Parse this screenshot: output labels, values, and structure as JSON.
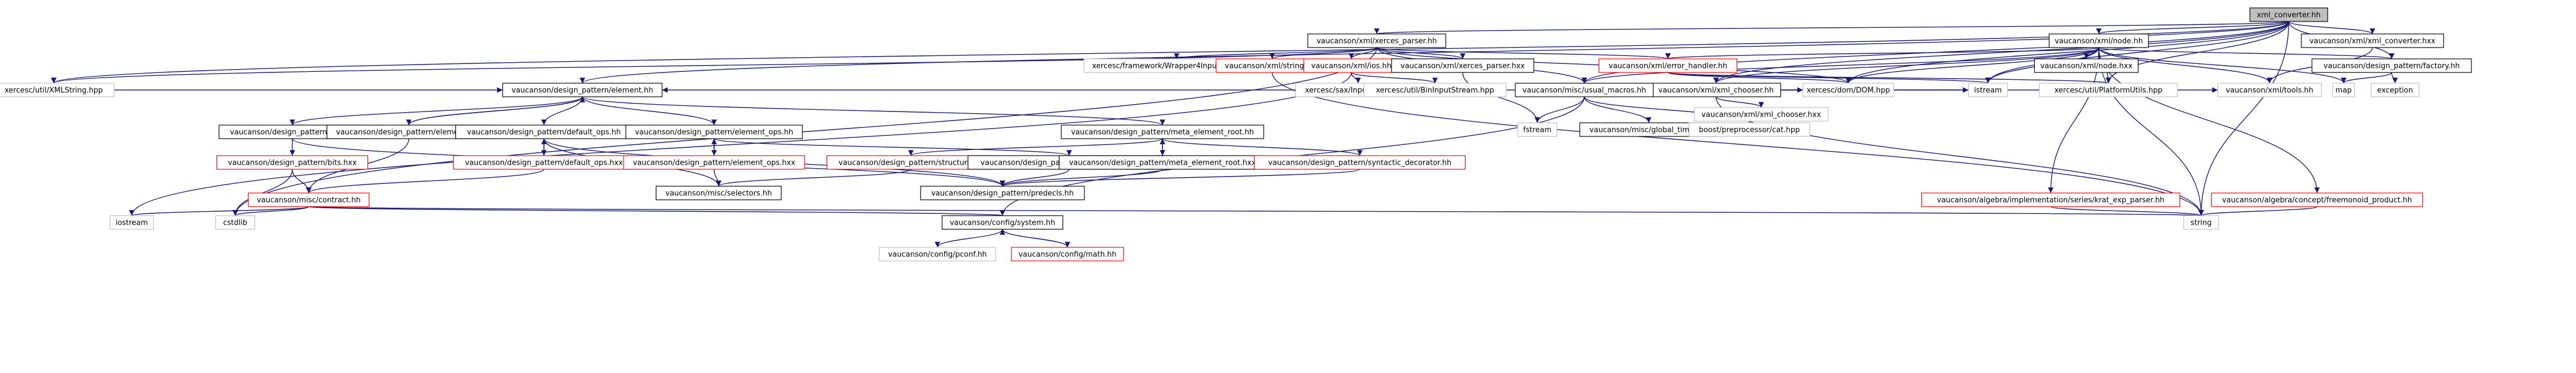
{
  "colors": {
    "edge": "#191970",
    "border_black": "#000000",
    "border_red": "#ff0000",
    "border_gray": "#bfbfbf",
    "root_fill": "#bfbfbf"
  },
  "nodes": [
    {
      "id": "root",
      "label": "xml_converter.hh",
      "style": "root"
    },
    {
      "id": "xerces_parser",
      "label": "vaucanson/xml/xerces_parser.hh",
      "style": "black"
    },
    {
      "id": "node_hh",
      "label": "vaucanson/xml/node.hh",
      "style": "black"
    },
    {
      "id": "xml_converter_hxx",
      "label": "vaucanson/xml/xml_converter.hxx",
      "style": "black"
    },
    {
      "id": "factory_hh",
      "label": "vaucanson/design_pattern/factory.hh",
      "style": "black"
    },
    {
      "id": "wrapper",
      "label": "xercesc/framework/Wrapper4InputSource.hpp",
      "style": "gray"
    },
    {
      "id": "strings_hh",
      "label": "vaucanson/xml/strings.hh",
      "style": "red"
    },
    {
      "id": "ios_hh",
      "label": "vaucanson/xml/ios.hh",
      "style": "red"
    },
    {
      "id": "xerces_parser_hxx",
      "label": "vaucanson/xml/xerces_parser.hxx",
      "style": "black"
    },
    {
      "id": "error_handler",
      "label": "vaucanson/xml/error_handler.hh",
      "style": "red"
    },
    {
      "id": "xml_chooser_hh",
      "label": "vaucanson/xml/xml_chooser.hh",
      "style": "black"
    },
    {
      "id": "node_hxx",
      "label": "vaucanson/xml/node.hxx",
      "style": "black"
    },
    {
      "id": "xmlstring",
      "label": "xercesc/util/XMLString.hpp",
      "style": "gray"
    },
    {
      "id": "element_hh",
      "label": "vaucanson/design_pattern/element.hh",
      "style": "black"
    },
    {
      "id": "sax_input",
      "label": "xercesc/sax/InputSource.hpp",
      "style": "gray"
    },
    {
      "id": "bin_input",
      "label": "xercesc/util/BinInputStream.hpp",
      "style": "gray"
    },
    {
      "id": "usual_macros",
      "label": "vaucanson/misc/usual_macros.hh",
      "style": "black"
    },
    {
      "id": "xml_chooser_hxx",
      "label": "vaucanson/xml/xml_chooser.hxx",
      "style": "gray"
    },
    {
      "id": "dom_hpp",
      "label": "xercesc/dom/DOM.hpp",
      "style": "gray"
    },
    {
      "id": "istream",
      "label": "istream",
      "style": "gray"
    },
    {
      "id": "platform_utils",
      "label": "xercesc/util/PlatformUtils.hpp",
      "style": "gray"
    },
    {
      "id": "tools_hh",
      "label": "vaucanson/xml/tools.hh",
      "style": "gray"
    },
    {
      "id": "map",
      "label": "map",
      "style": "gray"
    },
    {
      "id": "exception",
      "label": "exception",
      "style": "gray"
    },
    {
      "id": "fstream",
      "label": "fstream",
      "style": "gray"
    },
    {
      "id": "global_timer",
      "label": "vaucanson/misc/global_timer.hh",
      "style": "black"
    },
    {
      "id": "boost_cat",
      "label": "boost/preprocessor/cat.hpp",
      "style": "gray"
    },
    {
      "id": "bits_hh",
      "label": "vaucanson/design_pattern/bits.hh",
      "style": "black"
    },
    {
      "id": "element_hxx",
      "label": "vaucanson/design_pattern/element.hxx",
      "style": "black"
    },
    {
      "id": "default_ops_hh",
      "label": "vaucanson/design_pattern/default_ops.hh",
      "style": "black"
    },
    {
      "id": "element_ops_hh",
      "label": "vaucanson/design_pattern/element_ops.hh",
      "style": "black"
    },
    {
      "id": "meta_element_root_hh",
      "label": "vaucanson/design_pattern/meta_element_root.hh",
      "style": "black"
    },
    {
      "id": "bits_hxx",
      "label": "vaucanson/design_pattern/bits.hxx",
      "style": "red"
    },
    {
      "id": "default_ops_hxx",
      "label": "vaucanson/design_pattern/default_ops.hxx",
      "style": "red"
    },
    {
      "id": "element_ops_hxx",
      "label": "vaucanson/design_pattern/element_ops.hxx",
      "style": "red"
    },
    {
      "id": "structure_hh",
      "label": "vaucanson/design_pattern/structure.hh",
      "style": "red"
    },
    {
      "id": "element_op_traits",
      "label": "vaucanson/design_pattern/element_op_traits.hh",
      "style": "black"
    },
    {
      "id": "meta_element_root_hxx",
      "label": "vaucanson/design_pattern/meta_element_root.hxx",
      "style": "black"
    },
    {
      "id": "syntactic_decorator",
      "label": "vaucanson/design_pattern/syntactic_decorator.hh",
      "style": "red"
    },
    {
      "id": "contract_hh",
      "label": "vaucanson/misc/contract.hh",
      "style": "red"
    },
    {
      "id": "selectors_hh",
      "label": "vaucanson/misc/selectors.hh",
      "style": "black"
    },
    {
      "id": "predecls_hh",
      "label": "vaucanson/design_pattern/predecls.hh",
      "style": "black"
    },
    {
      "id": "krat_exp_parser",
      "label": "vaucanson/algebra/implementation/series/krat_exp_parser.hh",
      "style": "red"
    },
    {
      "id": "freemonoid_product",
      "label": "vaucanson/algebra/concept/freemonoid_product.hh",
      "style": "red"
    },
    {
      "id": "iostream",
      "label": "iostream",
      "style": "gray"
    },
    {
      "id": "cstdlib",
      "label": "cstdlib",
      "style": "gray"
    },
    {
      "id": "system_hh",
      "label": "vaucanson/config/system.hh",
      "style": "black"
    },
    {
      "id": "string",
      "label": "string",
      "style": "gray"
    },
    {
      "id": "pconf_hh",
      "label": "vaucanson/config/pconf.hh",
      "style": "gray"
    },
    {
      "id": "math_hh",
      "label": "vaucanson/config/math.hh",
      "style": "red"
    }
  ],
  "edges": [
    [
      "root",
      "xerces_parser"
    ],
    [
      "root",
      "node_hh"
    ],
    [
      "root",
      "xml_converter_hxx"
    ],
    [
      "root",
      "factory_hh"
    ],
    [
      "root",
      "usual_macros"
    ],
    [
      "root",
      "dom_hpp"
    ],
    [
      "root",
      "istream"
    ],
    [
      "root",
      "platform_utils"
    ],
    [
      "root",
      "string"
    ],
    [
      "root",
      "element_hh"
    ],
    [
      "root",
      "xml_chooser_hh"
    ],
    [
      "root",
      "xmlstring"
    ],
    [
      "xerces_parser",
      "wrapper"
    ],
    [
      "xerces_parser",
      "strings_hh"
    ],
    [
      "xerces_parser",
      "ios_hh"
    ],
    [
      "xerces_parser",
      "xerces_parser_hxx"
    ],
    [
      "xerces_parser",
      "error_handler"
    ],
    [
      "xerces_parser",
      "xmlstring"
    ],
    [
      "xerces_parser",
      "usual_macros"
    ],
    [
      "xerces_parser",
      "dom_hpp"
    ],
    [
      "xerces_parser",
      "cstdlib"
    ],
    [
      "node_hh",
      "node_hxx"
    ],
    [
      "node_hh",
      "xml_chooser_hh"
    ],
    [
      "node_hh",
      "factory_hh"
    ],
    [
      "node_hh",
      "tools_hh"
    ],
    [
      "node_hh",
      "map"
    ],
    [
      "node_hh",
      "dom_hpp"
    ],
    [
      "node_hh",
      "istream"
    ],
    [
      "node_hh",
      "string"
    ],
    [
      "node_hh",
      "krat_exp_parser"
    ],
    [
      "node_hh",
      "freemonoid_product"
    ],
    [
      "node_hh",
      "usual_macros"
    ],
    [
      "node_hh",
      "error_handler"
    ],
    [
      "node_hh",
      "platform_utils"
    ],
    [
      "xml_converter_hxx",
      "tools_hh"
    ],
    [
      "factory_hh",
      "map"
    ],
    [
      "factory_hh",
      "exception"
    ],
    [
      "strings_hh",
      "string"
    ],
    [
      "ios_hh",
      "sax_input"
    ],
    [
      "ios_hh",
      "bin_input"
    ],
    [
      "ios_hh",
      "iostream"
    ],
    [
      "xerces_parser_hxx",
      "fstream"
    ],
    [
      "error_handler",
      "dom_hpp"
    ],
    [
      "error_handler",
      "istream"
    ],
    [
      "error_handler",
      "platform_utils"
    ],
    [
      "xml_chooser_hh",
      "element_hh"
    ],
    [
      "xml_chooser_hh",
      "usual_macros"
    ],
    [
      "xml_chooser_hh",
      "xml_chooser_hxx"
    ],
    [
      "xml_chooser_hh",
      "dom_hpp"
    ],
    [
      "xml_chooser_hh",
      "istream"
    ],
    [
      "xml_chooser_hh",
      "tools_hh"
    ],
    [
      "xml_chooser_hh",
      "string"
    ],
    [
      "usual_macros",
      "fstream"
    ],
    [
      "usual_macros",
      "global_timer"
    ],
    [
      "usual_macros",
      "boost_cat"
    ],
    [
      "usual_macros",
      "system_hh"
    ],
    [
      "element_hh",
      "bits_hh"
    ],
    [
      "element_hh",
      "element_hxx"
    ],
    [
      "element_hh",
      "default_ops_hh"
    ],
    [
      "element_hh",
      "element_ops_hh"
    ],
    [
      "element_hh",
      "meta_element_root_hh"
    ],
    [
      "bits_hh",
      "bits_hxx"
    ],
    [
      "bits_hh",
      "predecls_hh"
    ],
    [
      "element_hxx",
      "element_hh"
    ],
    [
      "element_hxx",
      "contract_hh"
    ],
    [
      "default_ops_hh",
      "default_ops_hxx"
    ],
    [
      "default_ops_hh",
      "selectors_hh"
    ],
    [
      "default_ops_hh",
      "predecls_hh"
    ],
    [
      "default_ops_hxx",
      "default_ops_hh"
    ],
    [
      "default_ops_hxx",
      "contract_hh"
    ],
    [
      "element_ops_hh",
      "element_ops_hxx"
    ],
    [
      "element_ops_hh",
      "element_op_traits"
    ],
    [
      "element_ops_hxx",
      "element_ops_hh"
    ],
    [
      "element_ops_hxx",
      "selectors_hh"
    ],
    [
      "meta_element_root_hh",
      "meta_element_root_hxx"
    ],
    [
      "meta_element_root_hh",
      "structure_hh"
    ],
    [
      "meta_element_root_hh",
      "syntactic_decorator"
    ],
    [
      "meta_element_root_hxx",
      "meta_element_root_hh"
    ],
    [
      "meta_element_root_hxx",
      "predecls_hh"
    ],
    [
      "element_op_traits",
      "predecls_hh"
    ],
    [
      "structure_hh",
      "selectors_hh"
    ],
    [
      "syntactic_decorator",
      "predecls_hh"
    ],
    [
      "bits_hxx",
      "cstdlib"
    ],
    [
      "bits_hxx",
      "contract_hh"
    ],
    [
      "contract_hh",
      "iostream"
    ],
    [
      "contract_hh",
      "cstdlib"
    ],
    [
      "contract_hh",
      "system_hh"
    ],
    [
      "contract_hh",
      "string"
    ],
    [
      "system_hh",
      "pconf_hh"
    ],
    [
      "system_hh",
      "math_hh"
    ],
    [
      "math_hh",
      "system_hh"
    ],
    [
      "krat_exp_parser",
      "string"
    ],
    [
      "freemonoid_product",
      "string"
    ],
    [
      "xmlstring",
      "element_hh"
    ]
  ]
}
